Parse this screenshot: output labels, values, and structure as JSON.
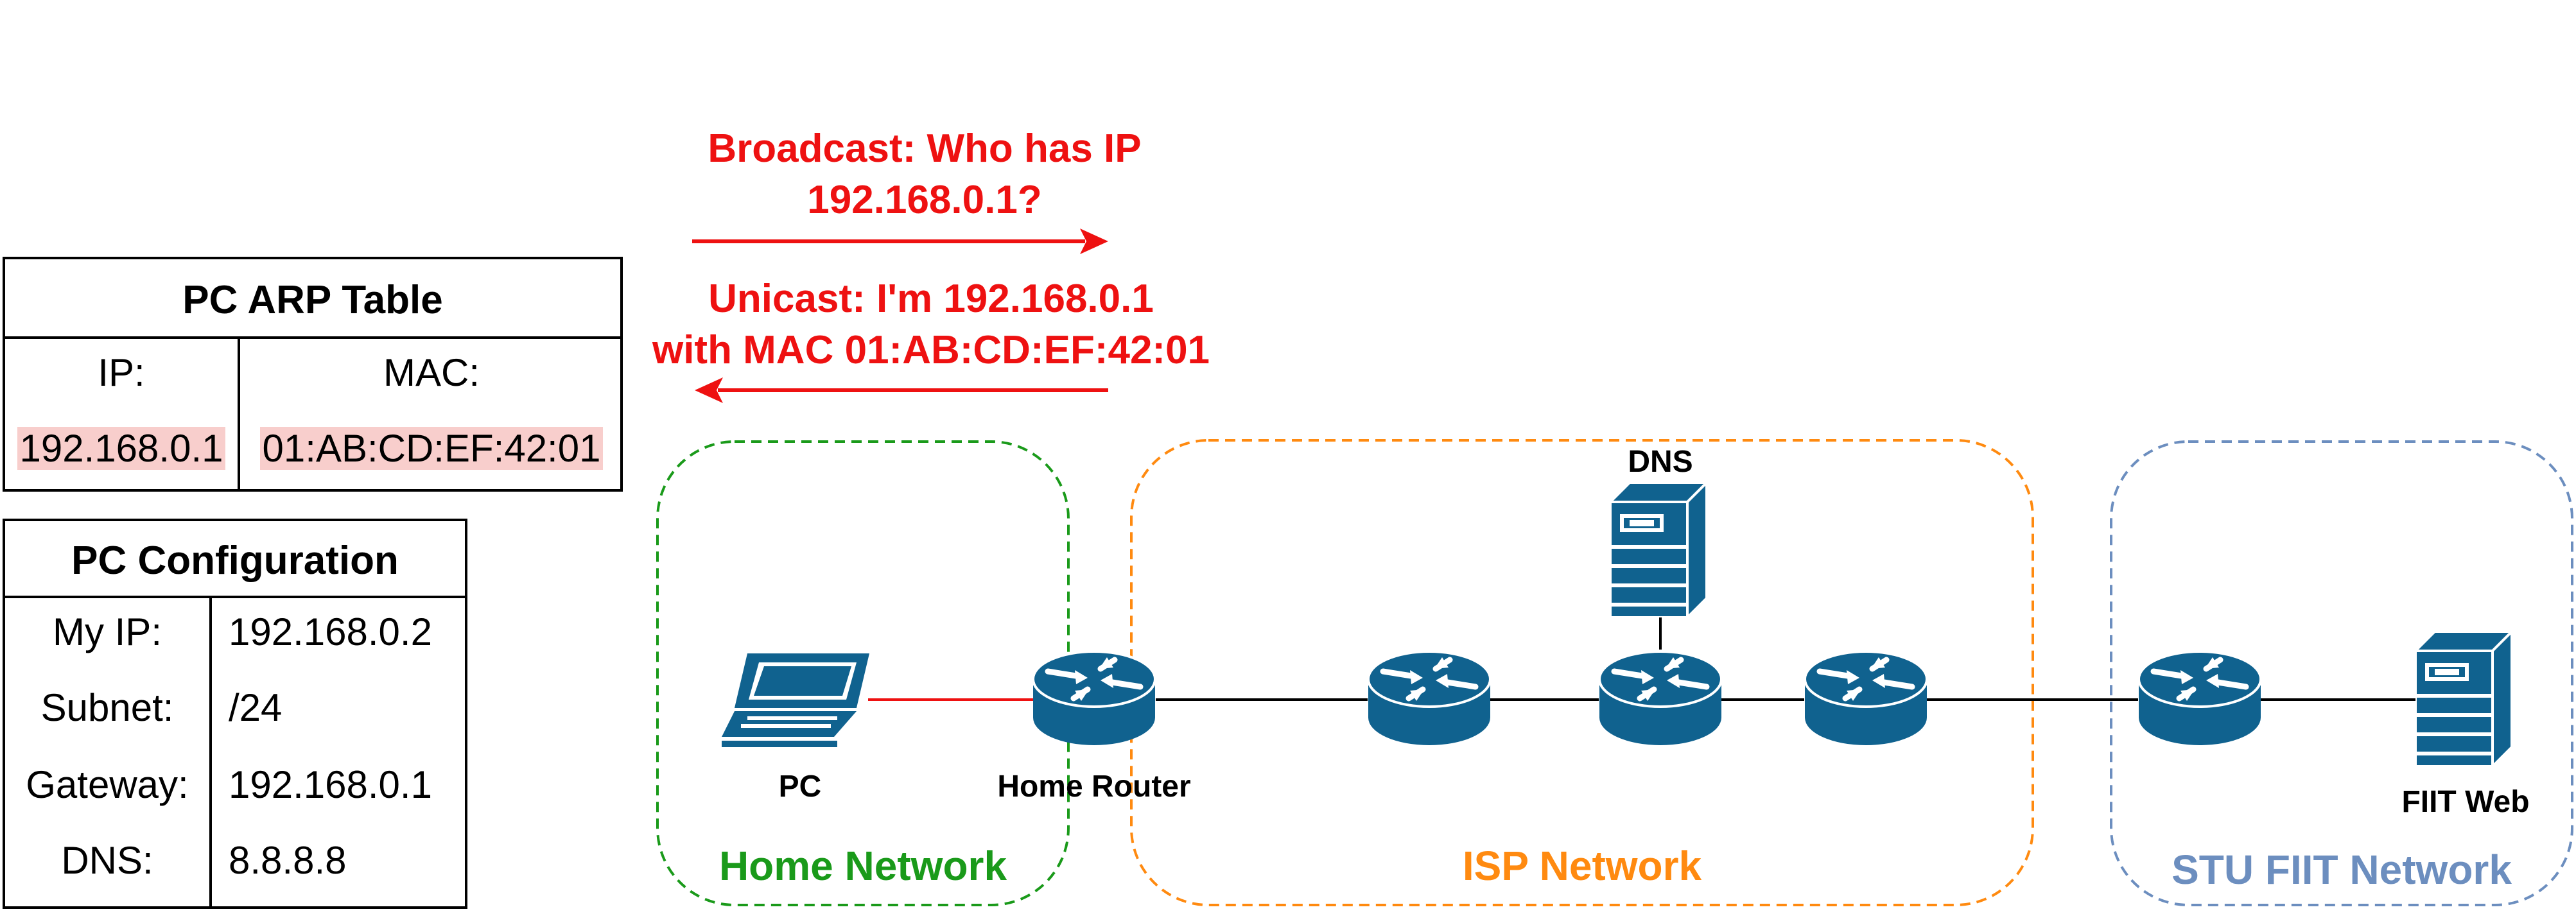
{
  "arp_table": {
    "title": "PC ARP Table",
    "headers": [
      "IP:",
      "MAC:"
    ],
    "row": {
      "ip": "192.168.0.1",
      "mac": "01:AB:CD:EF:42:01"
    }
  },
  "pc_config": {
    "title": "PC Configuration",
    "rows": [
      {
        "label": "My IP:",
        "value": "192.168.0.2"
      },
      {
        "label": "Subnet:",
        "value": "/24"
      },
      {
        "label": "Gateway:",
        "value": "192.168.0.1"
      },
      {
        "label": "DNS:",
        "value": "8.8.8.8"
      }
    ]
  },
  "messages": {
    "broadcast_line1": "Broadcast: Who has IP",
    "broadcast_line2": "192.168.0.1?",
    "unicast_line1": "Unicast: I'm 192.168.0.1",
    "unicast_line2": "with MAC 01:AB:CD:EF:42:01"
  },
  "networks": {
    "home": "Home Network",
    "isp": "ISP Network",
    "stu": "STU FIIT Network"
  },
  "devices": {
    "pc": "PC",
    "home_router": "Home Router",
    "dns": "DNS",
    "fiit_web": "FIIT Web"
  },
  "colors": {
    "message_red": "#ee1111",
    "home_green": "#1a9a1a",
    "isp_orange": "#ff8a10",
    "stu_blue": "#6c8ebf",
    "device_blue": "#10628f",
    "highlight": "#f8cecc"
  }
}
